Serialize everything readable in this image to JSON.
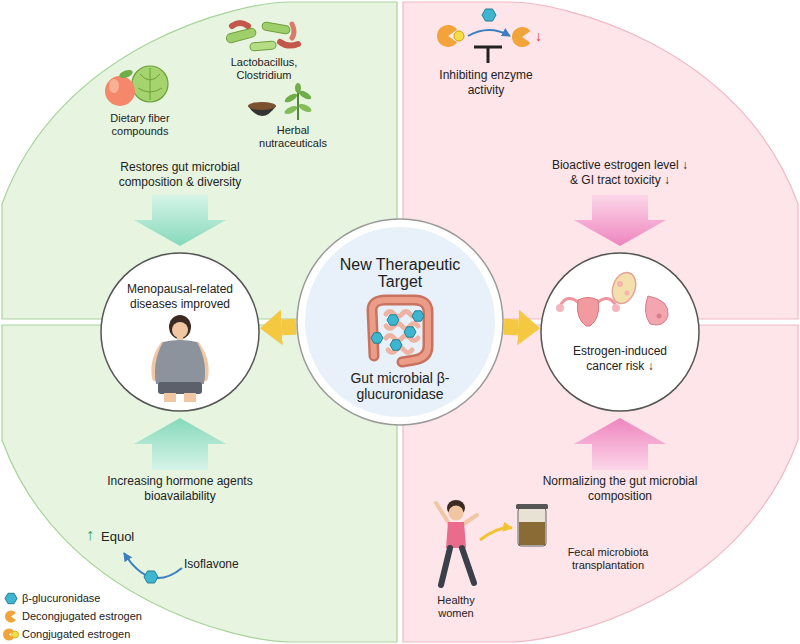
{
  "diagram": {
    "nodes": [
      {
        "text": [
          "Menopausal-related diseases improved"
        ]
      },
      {
        "text": [
          "New Therapeutic Target",
          "Gut microbial β-glucuronidase"
        ]
      },
      {
        "text": [
          "Estrogen-induced cancer risk ↓"
        ]
      }
    ],
    "edges": [
      {
        "from": 1,
        "to": 0,
        "arrow": "to"
      },
      {
        "from": 1,
        "to": 2,
        "arrow": "to"
      }
    ],
    "labels": [
      "Lactobacillus, Clostridium",
      "Dietary fiber compounds",
      "Herbal nutraceuticals",
      "Restores gut microbial composition & diversity",
      "Increasing hormone agents bioavailability",
      "↑",
      "Equol",
      "Isoflavone",
      "Inhibiting enzyme activity",
      "↓",
      "Bioactive estrogen level ↓ & GI tract toxicity ↓",
      "Normalizing the gut microbial composition",
      "Healthy women",
      "Fecal microbiota transplantation"
    ],
    "legend": [
      {
        "text": "β-glucuronidase"
      },
      {
        "text": "Decongjugated estrogen"
      },
      {
        "text": "Congjugated estrogen"
      }
    ]
  }
}
